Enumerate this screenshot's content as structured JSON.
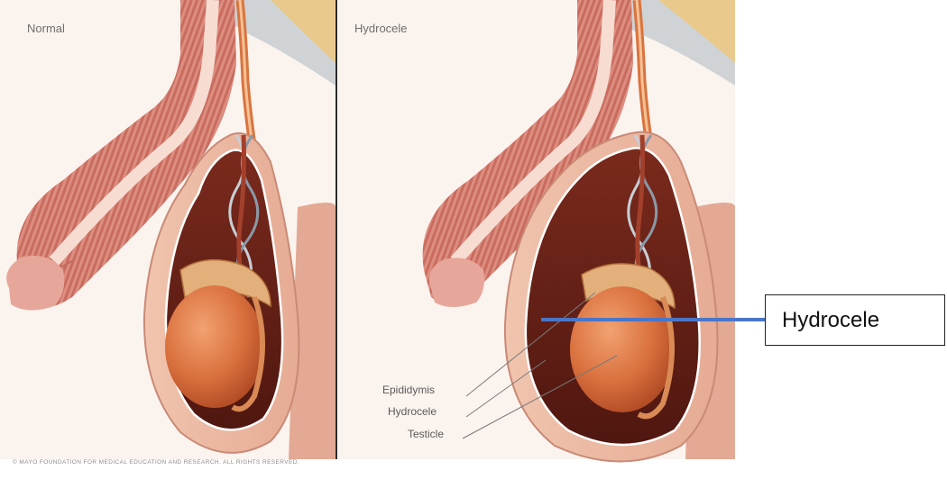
{
  "panels": {
    "normal_title": "Normal",
    "hydrocele_title": "Hydrocele"
  },
  "labels": {
    "epididymis": "Epididymis",
    "hydrocele": "Hydrocele",
    "testicle": "Testicle"
  },
  "callout": {
    "text": "Hydrocele",
    "line_color": "#4a76c8"
  },
  "copyright": "© MAYO FOUNDATION FOR MEDICAL EDUCATION AND RESEARCH. ALL RIGHTS RESERVED."
}
